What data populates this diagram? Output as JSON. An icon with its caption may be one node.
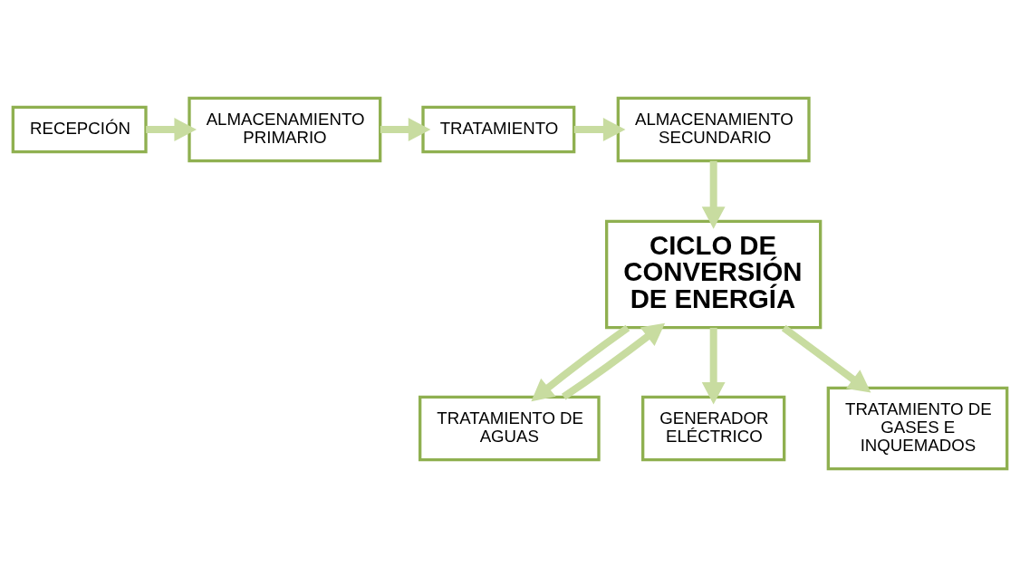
{
  "diagram": {
    "nodes": [
      {
        "text": [
          "RECEPCIÓN"
        ]
      },
      {
        "text": [
          "ALMACENAMIENTO PRIMARIO"
        ]
      },
      {
        "text": [
          "TRATAMIENTO"
        ]
      },
      {
        "text": [
          "ALMACENAMIENTO SECUNDARIO"
        ]
      },
      {
        "text": [
          "CICLO DE CONVERSIÓN DE ENERGÍA"
        ]
      },
      {
        "text": [
          "TRATAMIENTO DE AGUAS"
        ]
      },
      {
        "text": [
          "GENERADOR ELÉCTRICO"
        ]
      },
      {
        "text": [
          "TRATAMIENTO DE GASES E INQUEMADOS"
        ]
      }
    ],
    "edges": [
      {
        "from": 0,
        "to": 1,
        "arrow": "to"
      },
      {
        "from": 1,
        "to": 2,
        "arrow": "to"
      },
      {
        "from": 2,
        "to": 3,
        "arrow": "to"
      },
      {
        "from": 3,
        "to": 4,
        "arrow": "to"
      },
      {
        "from": 4,
        "to": 5,
        "arrow": "to"
      },
      {
        "from": 5,
        "to": 4,
        "arrow": "to"
      },
      {
        "from": 4,
        "to": 6,
        "arrow": "to"
      },
      {
        "from": 4,
        "to": 7,
        "arrow": "to"
      }
    ]
  }
}
